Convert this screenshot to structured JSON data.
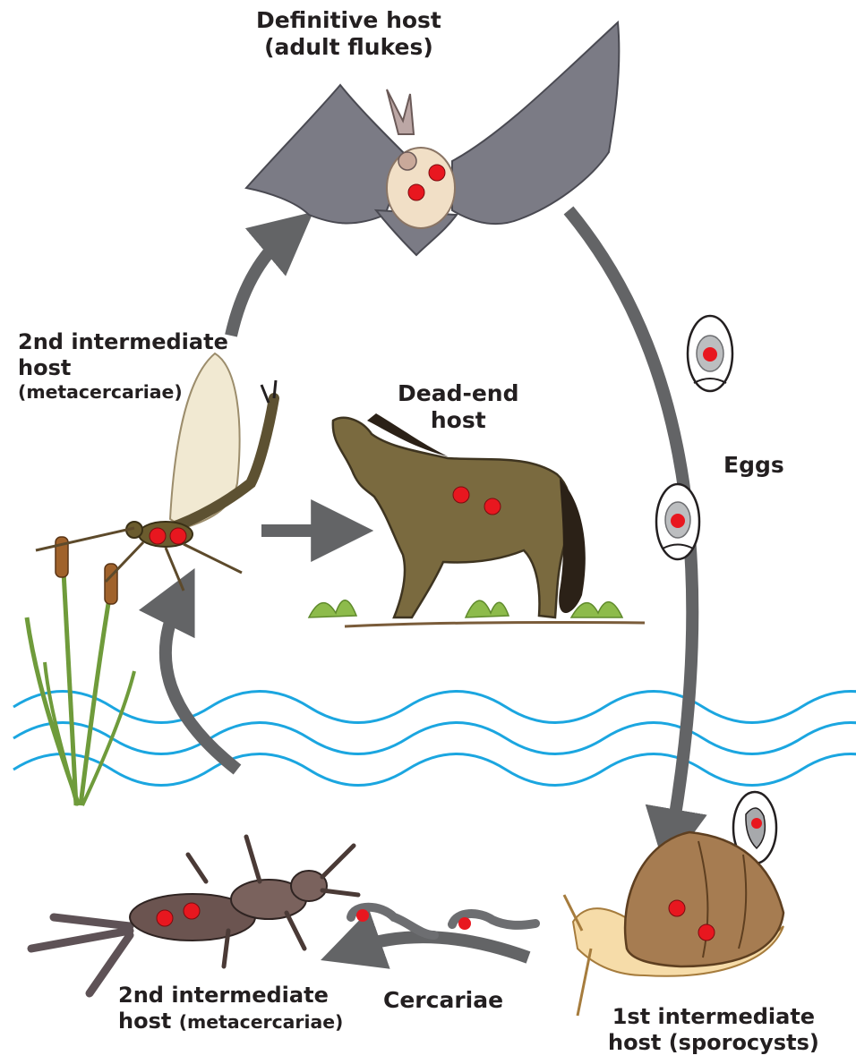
{
  "labels": {
    "definitive_host": {
      "line1": "Definitive host",
      "line2": "(adult flukes)"
    },
    "eggs": "Eggs",
    "dead_end_host": {
      "line1": "Dead-end",
      "line2": "host"
    },
    "second_intermediate_top": {
      "line1": "2nd intermediate",
      "line2": "host",
      "line3": "(metacercariae)"
    },
    "second_intermediate_bottom": {
      "line1": "2nd intermediate",
      "line2a": "host",
      "line2b": "(metacercariae)"
    },
    "cercariae": "Cercariae",
    "first_intermediate": {
      "line1": "1st intermediate",
      "line2": "host (sporocysts)"
    }
  },
  "colors": {
    "arrow": "#636466",
    "water": "#1ba6e0",
    "infection_marker": "#e8171f",
    "text": "#231f20"
  },
  "icons": [
    "bat",
    "horse",
    "mayfly",
    "cattail",
    "stonefly-nymph",
    "snail",
    "egg",
    "cercaria"
  ]
}
